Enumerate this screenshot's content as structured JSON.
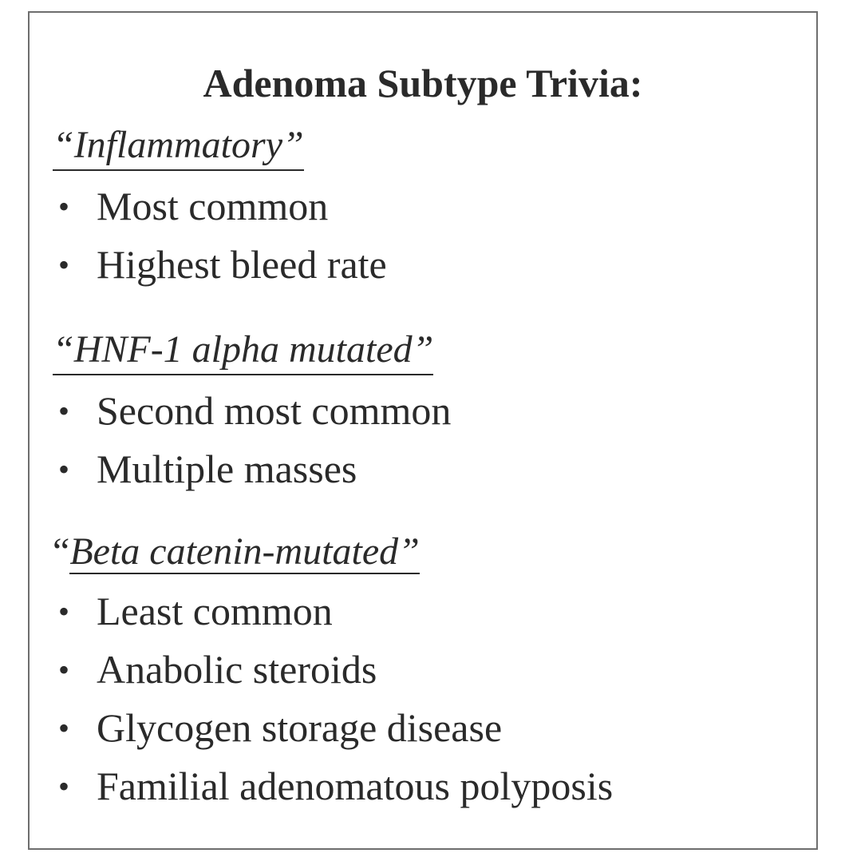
{
  "title": "Adenoma Subtype Trivia:",
  "sections": [
    {
      "heading": "“Inflammatory”",
      "items": [
        "Most common",
        "Highest bleed rate"
      ]
    },
    {
      "heading": "“HNF-1 alpha mutated”",
      "items": [
        "Second most common",
        "Multiple masses"
      ]
    },
    {
      "heading_prefix": "“",
      "heading": "Beta catenin-mutated”",
      "items": [
        "Least common",
        "Anabolic steroids",
        "Glycogen storage disease",
        "Familial adenomatous polyposis"
      ]
    }
  ],
  "bullet_glyph": "•"
}
